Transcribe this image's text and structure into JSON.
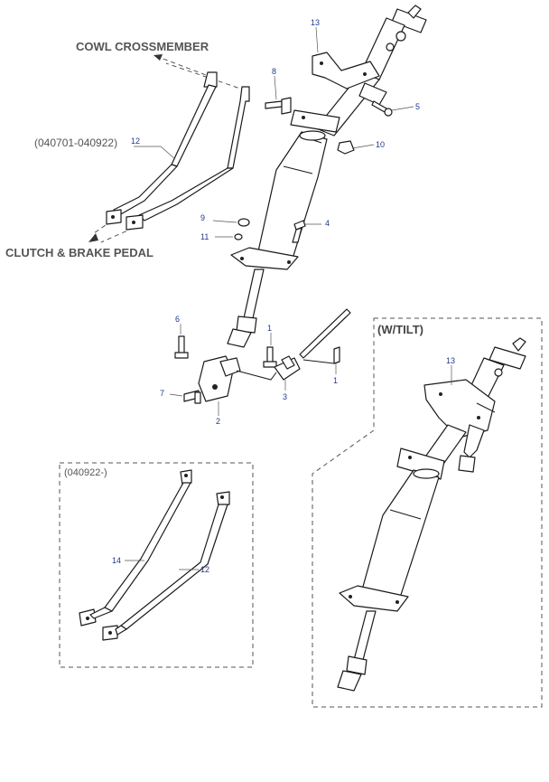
{
  "labels": {
    "cowl_crossmember": "COWL CROSSMEMBER",
    "clutch_brake_pedal": "CLUTCH & BRAKE  PEDAL",
    "date_range_1": "(040701-040922)",
    "date_range_2": "(040922-)",
    "w_tilt": "(W/TILT)"
  },
  "callouts": {
    "c13_main": "13",
    "c8": "8",
    "c5": "5",
    "c12_main": "12",
    "c10": "10",
    "c9": "9",
    "c4": "4",
    "c11": "11",
    "c6": "6",
    "c1_left": "1",
    "c7": "7",
    "c2": "2",
    "c3": "3",
    "c1_right": "1",
    "c14_box": "14",
    "c12_box": "12",
    "c13_tilt": "13"
  },
  "colors": {
    "callout_blue": "#1f3a8a",
    "label_gray": "#555555"
  }
}
